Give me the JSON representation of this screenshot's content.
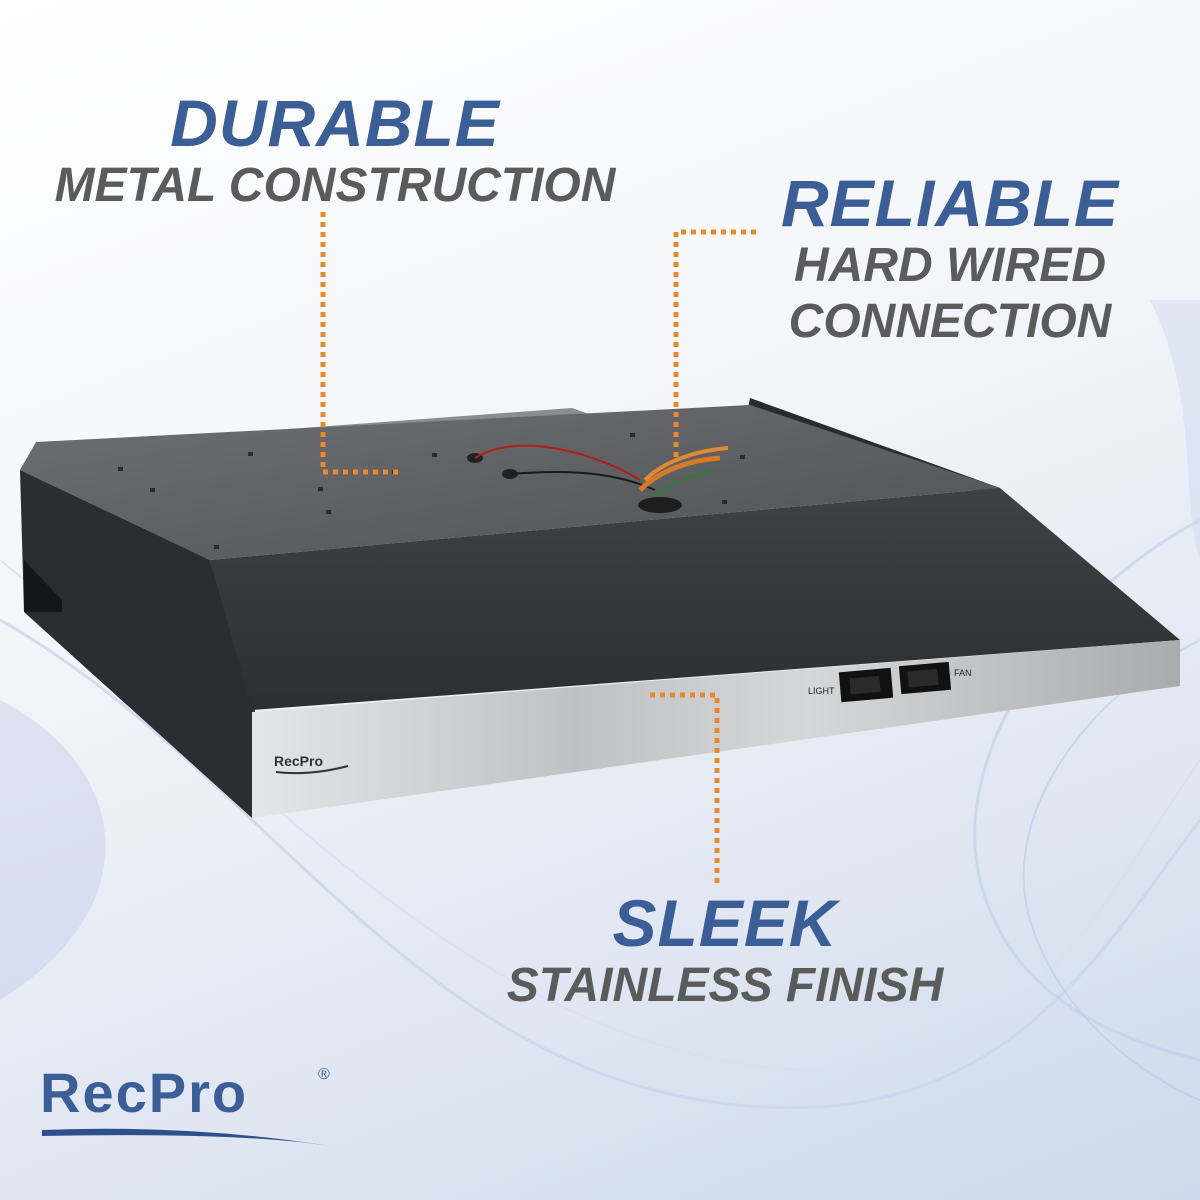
{
  "features": {
    "durable": {
      "heading": "DURABLE",
      "sub": [
        "METAL CONSTRUCTION"
      ]
    },
    "reliable": {
      "heading": "RELIABLE",
      "sub": [
        "HARD WIRED",
        "CONNECTION"
      ]
    },
    "sleek": {
      "heading": "SLEEK",
      "sub": [
        "STAINLESS FINISH"
      ]
    }
  },
  "product": {
    "panel_brand": "RecPro",
    "switches": {
      "left_label": "LIGHT",
      "right_label": "FAN"
    }
  },
  "brand": {
    "logo": "RecPro",
    "registered": "®"
  },
  "colors": {
    "accent_blue": "#3c5e96",
    "callout_orange": "#e8892b",
    "body_gray": "#5b5b5b"
  }
}
